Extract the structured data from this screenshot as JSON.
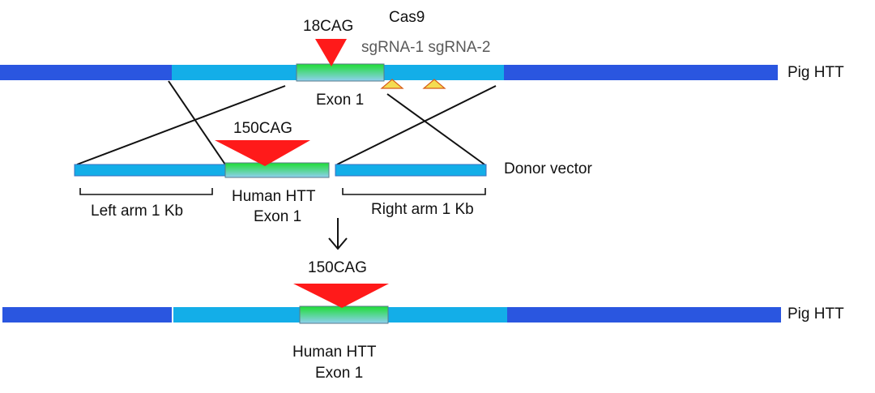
{
  "colors": {
    "chromosome": "#2a56e0",
    "arm": "#13aee8",
    "exon_top": "#1fdd35",
    "exon_bottom": "#8fd0f0",
    "cag_marker": "#ff1a1a",
    "sgrna_fill": "#f4dc52",
    "sgrna_stroke": "#d85c18",
    "line": "#111111"
  },
  "top": {
    "cag_label": "18CAG",
    "cas9_label": "Cas9",
    "sgrna_label": "sgRNA-1 sgRNA-2",
    "exon_label": "Exon 1",
    "track_label": "Pig HTT"
  },
  "donor": {
    "cag_label": "150CAG",
    "left_arm_label": "Left arm 1 Kb",
    "exon_label_line1": "Human HTT",
    "exon_label_line2": "Exon 1",
    "right_arm_label": "Right arm 1 Kb",
    "vector_label": "Donor vector"
  },
  "result": {
    "cag_label": "150CAG",
    "exon_label_line1": "Human HTT",
    "exon_label_line2": "Exon 1",
    "track_label": "Pig HTT"
  }
}
